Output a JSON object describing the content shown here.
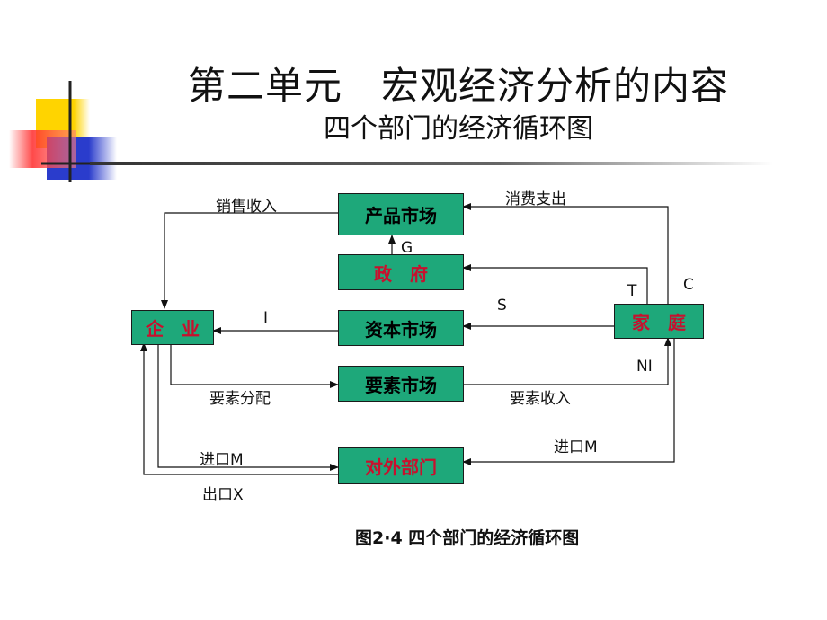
{
  "title": "第二单元　宏观经济分析的内容",
  "subtitle": "四个部门的经济循环图",
  "boxes": {
    "product_market": "产品市场",
    "government": "政　府",
    "enterprise": "企　业",
    "capital_market": "资本市场",
    "household": "家　庭",
    "factor_market": "要素市场",
    "foreign_sector": "对外部门"
  },
  "labels": {
    "sales_revenue": "销售收入",
    "consumption_spending": "消费支出",
    "g": "G",
    "t": "T",
    "c": "C",
    "s": "S",
    "i": "I",
    "ni": "NI",
    "factor_distribution": "要素分配",
    "factor_income": "要素收入",
    "import_left": "进口M",
    "import_right": "进口M",
    "export": "出口X"
  },
  "caption": "图2·4  四个部门的经济循环图",
  "colors": {
    "box_fill": "#1ea87a",
    "red_text": "#c8102e",
    "deco_yellow": "#ffd400",
    "deco_red": "#ff2a2a",
    "deco_blue": "#2a3ccc"
  }
}
